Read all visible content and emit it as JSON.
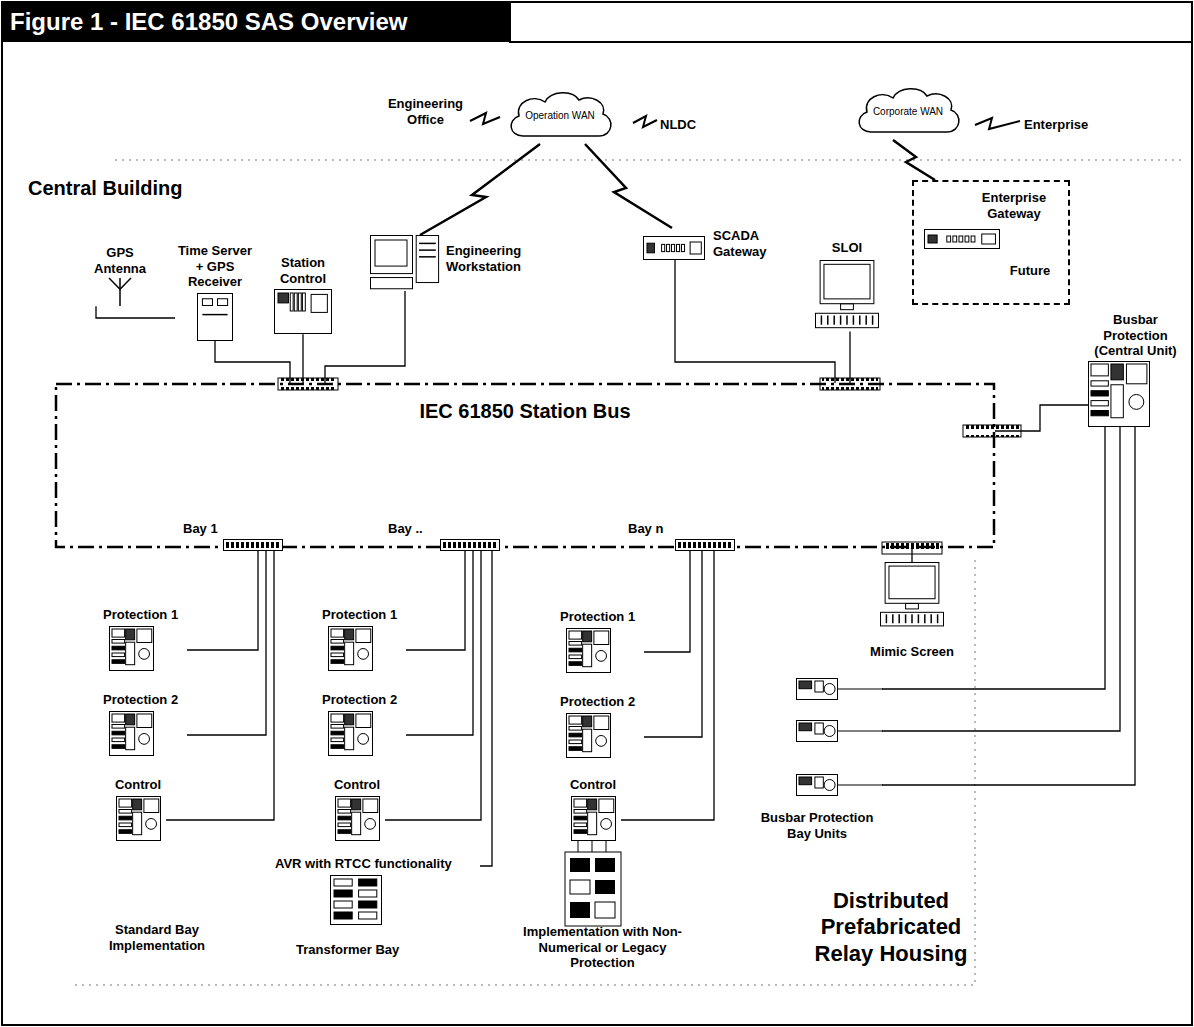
{
  "diagram": {
    "title": "Figure 1 - IEC 61850 SAS Overview",
    "nodes": [
      {
        "text": [
          "Operation WAN"
        ]
      },
      {
        "text": [
          "Corporate WAN"
        ]
      },
      {
        "text": [
          "GPS Antenna"
        ]
      },
      {
        "text": [
          "Time Server + GPS Receiver"
        ]
      },
      {
        "text": [
          "Station Control"
        ]
      },
      {
        "text": [
          "Engineering Workstation"
        ]
      },
      {
        "text": [
          "SCADA Gateway"
        ]
      },
      {
        "text": [
          "SLOI"
        ]
      },
      {
        "text": [
          "Enterprise Gateway",
          "Future"
        ]
      },
      {
        "text": [
          "Busbar Protection (Central Unit)"
        ]
      },
      {
        "text": [
          "IEC 61850 Station Bus"
        ]
      },
      {
        "text": [
          "Bay 1"
        ]
      },
      {
        "text": [
          "Bay .."
        ]
      },
      {
        "text": [
          "Bay n"
        ]
      },
      {
        "text": [
          "Protection 1"
        ]
      },
      {
        "text": [
          "Protection 2"
        ]
      },
      {
        "text": [
          "Control"
        ]
      },
      {
        "text": [
          "Protection 1"
        ]
      },
      {
        "text": [
          "Protection 2"
        ]
      },
      {
        "text": [
          "Control"
        ]
      },
      {
        "text": [
          "AVR with RTCC functionality"
        ]
      },
      {
        "text": [
          "Protection 1"
        ]
      },
      {
        "text": [
          "Protection 2"
        ]
      },
      {
        "text": [
          "Control"
        ]
      },
      {
        "text": [
          "Mimic Screen"
        ]
      },
      {
        "text": [
          "Busbar Protection Bay Units"
        ]
      }
    ],
    "edges": [
      {
        "from": 0,
        "to": 5,
        "arrow": "none"
      },
      {
        "from": 0,
        "to": 6,
        "arrow": "none"
      },
      {
        "from": 1,
        "to": 8,
        "arrow": "none"
      },
      {
        "from": 2,
        "to": 3,
        "arrow": "none"
      },
      {
        "from": 3,
        "to": 10,
        "arrow": "none"
      },
      {
        "from": 4,
        "to": 10,
        "arrow": "none"
      },
      {
        "from": 5,
        "to": 10,
        "arrow": "none"
      },
      {
        "from": 6,
        "to": 10,
        "arrow": "none"
      },
      {
        "from": 7,
        "to": 10,
        "arrow": "none"
      },
      {
        "from": 9,
        "to": 10,
        "arrow": "none"
      },
      {
        "from": 24,
        "to": 10,
        "arrow": "none"
      },
      {
        "from": 14,
        "to": 11,
        "arrow": "none"
      },
      {
        "from": 15,
        "to": 11,
        "arrow": "none"
      },
      {
        "from": 16,
        "to": 11,
        "arrow": "none"
      },
      {
        "from": 17,
        "to": 12,
        "arrow": "none"
      },
      {
        "from": 18,
        "to": 12,
        "arrow": "none"
      },
      {
        "from": 19,
        "to": 12,
        "arrow": "none"
      },
      {
        "from": 20,
        "to": 12,
        "arrow": "none"
      },
      {
        "from": 21,
        "to": 13,
        "arrow": "none"
      },
      {
        "from": 22,
        "to": 13,
        "arrow": "none"
      },
      {
        "from": 23,
        "to": 13,
        "arrow": "none"
      },
      {
        "from": 9,
        "to": 25,
        "arrow": "none"
      },
      {
        "from": 9,
        "to": 25,
        "arrow": "none"
      },
      {
        "from": 9,
        "to": 25,
        "arrow": "none"
      }
    ],
    "labels": [
      "Engineering Office",
      "NLDC",
      "Enterprise",
      "Central Building",
      "Standard Bay Implementation",
      "Transformer Bay",
      "Implementation with Non-Numerical or Legacy Protection",
      "Distributed Prefabricated Relay Housing"
    ]
  }
}
